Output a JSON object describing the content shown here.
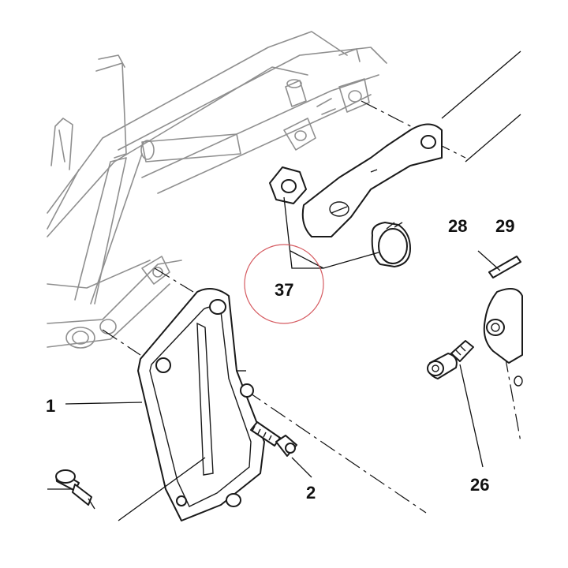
{
  "callouts": {
    "c1": "1",
    "c2": "2",
    "c26": "26",
    "c28": "28",
    "c29": "29",
    "c37": "37"
  },
  "colors": {
    "frame_line": "#8f8f8f",
    "part_line": "#1a1a1a",
    "highlight_ring": "#d55a60"
  }
}
